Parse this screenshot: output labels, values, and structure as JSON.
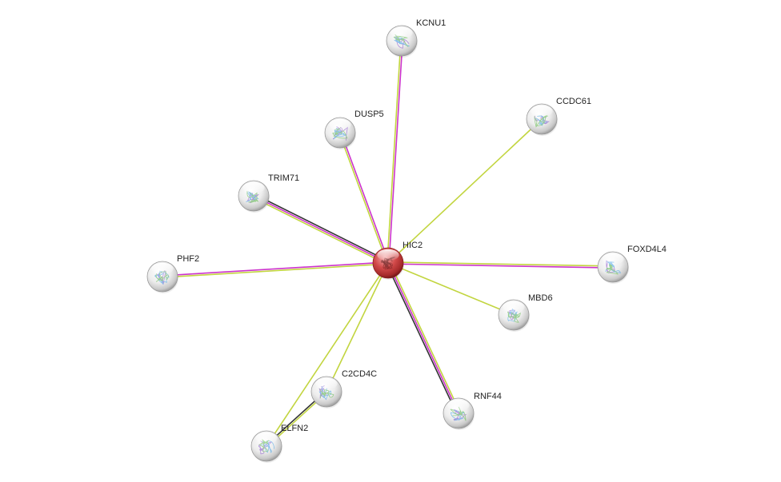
{
  "network": {
    "center": "HIC2",
    "colors": {
      "textmining": "#c2d53f",
      "experiments": "#cc33cc",
      "coexpression": "#333333",
      "node_center": "#d24a4a",
      "node_other": "#e6e6e6"
    },
    "nodes": [
      {
        "id": "HIC2",
        "label": "HIC2",
        "type": "query",
        "icon": "protein-structure-icon"
      },
      {
        "id": "KCNU1",
        "label": "KCNU1",
        "type": "partner",
        "icon": "protein-structure-icon"
      },
      {
        "id": "DUSP5",
        "label": "DUSP5",
        "type": "partner",
        "icon": "protein-structure-icon"
      },
      {
        "id": "CCDC61",
        "label": "CCDC61",
        "type": "partner",
        "icon": "protein-structure-icon"
      },
      {
        "id": "TRIM71",
        "label": "TRIM71",
        "type": "partner",
        "icon": "protein-structure-icon"
      },
      {
        "id": "PHF2",
        "label": "PHF2",
        "type": "partner",
        "icon": "protein-structure-icon"
      },
      {
        "id": "FOXD4L4",
        "label": "FOXD4L4",
        "type": "partner",
        "icon": "protein-structure-icon"
      },
      {
        "id": "MBD6",
        "label": "MBD6",
        "type": "partner",
        "icon": "protein-structure-icon"
      },
      {
        "id": "C2CD4C",
        "label": "C2CD4C",
        "type": "partner",
        "icon": "protein-structure-icon"
      },
      {
        "id": "RNF44",
        "label": "RNF44",
        "type": "partner",
        "icon": "protein-structure-icon"
      },
      {
        "id": "ELFN2",
        "label": "ELFN2",
        "type": "partner",
        "icon": "protein-structure-icon"
      }
    ],
    "edges": [
      {
        "source": "HIC2",
        "target": "KCNU1",
        "evidence": [
          "textmining",
          "experiments"
        ]
      },
      {
        "source": "HIC2",
        "target": "DUSP5",
        "evidence": [
          "textmining",
          "experiments"
        ]
      },
      {
        "source": "HIC2",
        "target": "CCDC61",
        "evidence": [
          "textmining"
        ]
      },
      {
        "source": "HIC2",
        "target": "TRIM71",
        "evidence": [
          "textmining",
          "experiments",
          "coexpression"
        ]
      },
      {
        "source": "HIC2",
        "target": "PHF2",
        "evidence": [
          "textmining",
          "experiments"
        ]
      },
      {
        "source": "HIC2",
        "target": "FOXD4L4",
        "evidence": [
          "textmining",
          "experiments"
        ]
      },
      {
        "source": "HIC2",
        "target": "MBD6",
        "evidence": [
          "textmining"
        ]
      },
      {
        "source": "HIC2",
        "target": "RNF44",
        "evidence": [
          "textmining",
          "experiments",
          "coexpression"
        ]
      },
      {
        "source": "HIC2",
        "target": "C2CD4C",
        "evidence": [
          "textmining"
        ]
      },
      {
        "source": "HIC2",
        "target": "ELFN2",
        "evidence": [
          "textmining"
        ]
      },
      {
        "source": "C2CD4C",
        "target": "ELFN2",
        "evidence": [
          "textmining",
          "coexpression"
        ]
      }
    ]
  }
}
